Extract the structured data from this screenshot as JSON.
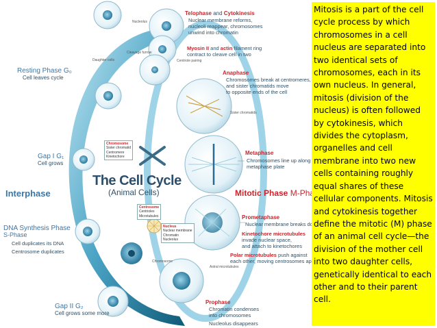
{
  "diagram": {
    "title": "The Cell Cycle",
    "subtitle": "(Animal Cells)",
    "interphase_label": "Interphase",
    "mitotic_phase": {
      "name": "Mitotic Phase",
      "suffix": "M-Phase"
    },
    "resting_phase": {
      "name": "Resting Phase G₀",
      "desc": "Cell leaves cycle"
    },
    "gap1": {
      "name": "Gap I G₁",
      "desc": "Cell grows"
    },
    "dna_synthesis": {
      "name": "DNA Synthesis Phase",
      "sub": "S-Phase",
      "desc1": "Cell duplicates its DNA",
      "desc2": "Centrosome duplicates"
    },
    "gap2": {
      "name": "Gap II G₂",
      "desc": "Cell grows some more"
    },
    "telophase": {
      "name1": "Telophase",
      "and": " and ",
      "name2": "Cytokinesis",
      "desc1": "Nuclear membrane reforms,",
      "desc2": "nucleoli reappear, chromosomes",
      "desc3": "unwind into chromatin"
    },
    "myosin": {
      "text1": "Myosin II",
      "text2": " and ",
      "text3": "actin",
      "text4": " filament ring",
      "desc": "contract to cleave cell in two"
    },
    "anaphase": {
      "name": "Anaphase",
      "desc1": "Chromosomes break at centromeres,",
      "desc2": "and sister chromatids move",
      "desc3": "to opposite ends of the cell"
    },
    "metaphase": {
      "name": "Metaphase",
      "desc1": "Chromosomes line up along",
      "desc2": "metaphase plate"
    },
    "prometaphase": {
      "name": "Prometaphase",
      "desc": "Nuclear membrane breaks down"
    },
    "kinetochore": {
      "name": "Kinetochore microtubules",
      "desc1": "invade nuclear space,",
      "desc2": "and attach to kinetochores"
    },
    "polar": {
      "name": "Polar microtubules",
      "desc1": "push against",
      "desc2": "each other, moving centrosomes apart"
    },
    "prophase": {
      "name": "Prophase",
      "desc1": "Chromatin condenses",
      "desc2": "into chromosomes",
      "desc3": "Nucleolus disappears"
    },
    "small_labels": {
      "nucleolus": "Nucleolus",
      "cleavage": "Cleavage furrow",
      "daughter": "Daughter cells",
      "centriole": "Centriole pairing",
      "sister": "Sister chromatids",
      "chromosome": "Chromosome",
      "astral": "Astral microtubules"
    },
    "chromosome_box": {
      "title": "Chromosome",
      "l1": "Sister chromatid",
      "l2": "Centromere",
      "l3": "Kinetochore"
    },
    "centrosome_box": {
      "title": "Centrosome",
      "l1": "Centrioles",
      "l2": "Microtubules"
    },
    "nucleus_box": {
      "title": "Nucleus",
      "l1": "Nuclear membrane",
      "l2": "Chromatin",
      "l3": "Nucleolus"
    },
    "colors": {
      "ring": "#1f6f8f",
      "ring_light": "#9fd3e8",
      "accent_red": "#c8252c",
      "label_blue": "#3a76a8",
      "highlight": "#ffff00"
    }
  },
  "side_text": "Mitosis is a part of the cell cycle process by which chromosomes in a cell nucleus are separated into two identical sets of chromosomes, each in its own nucleus. In general, mitosis (division of the nucleus) is often followed by cytokinesis, which divides the cytoplasm, organelles and cell membrane into two new cells containing roughly equal shares of these cellular components. Mitosis and cytokinesis together define the mitotic (M) phase of an animal cell cycle—the division of the mother cell into two daughter cells, genetically identical to each other and to their parent cell."
}
